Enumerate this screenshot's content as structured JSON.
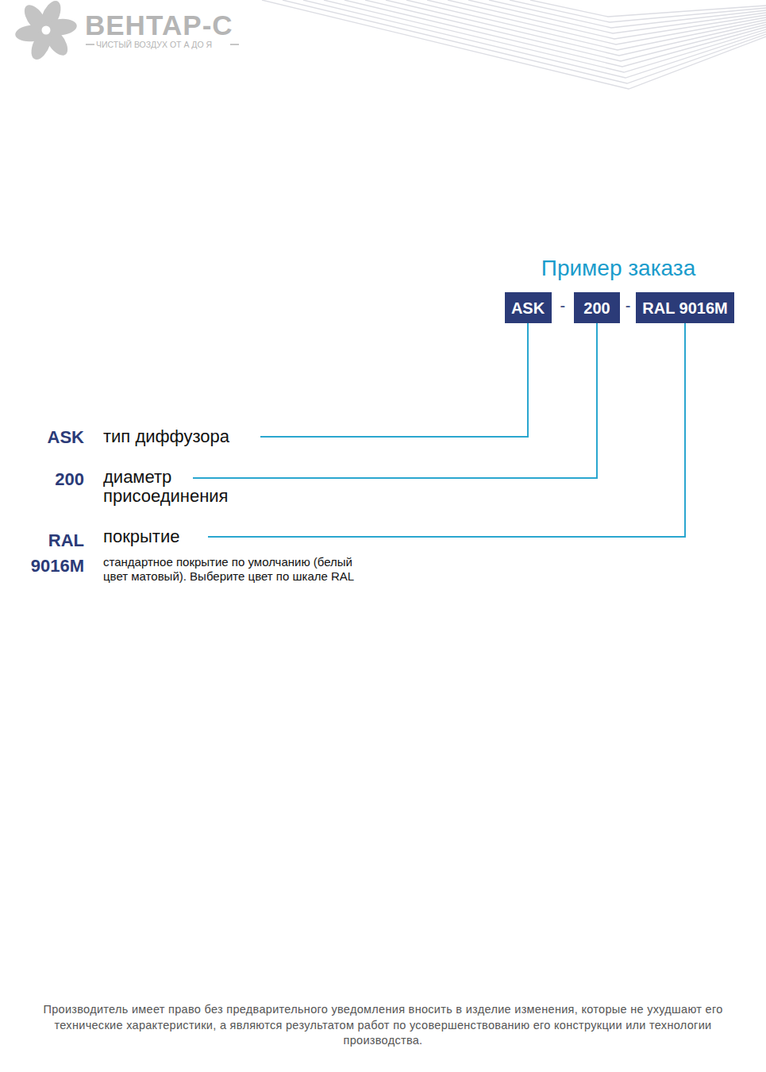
{
  "diagram": {
    "title": "Пример заказа",
    "caption": "Производитель имеет право без предварительного уведомления вносить в изделие изменения, которые не ухудшают его технические характеристики, а являются результатом работ по усовершенствованию его конструкции или технологии производства.",
    "nodes": [
      {
        "text": [
          "ASK"
        ]
      },
      {
        "text": [
          "200"
        ]
      },
      {
        "text": [
          "RAL 9016M"
        ]
      }
    ],
    "labels": [
      "ВЕНТАР-С",
      "ЧИСТЫЙ ВОЗДУХ ОТ А ДО Я",
      "-",
      "-",
      "ASK",
      "тип диффузора",
      "200",
      "диаметр присоединения",
      "RAL 9016M",
      "покрытие",
      "стандартное покрытие по умолчанию (белый цвет матовый). Выберите цвет по шкале RAL"
    ]
  }
}
